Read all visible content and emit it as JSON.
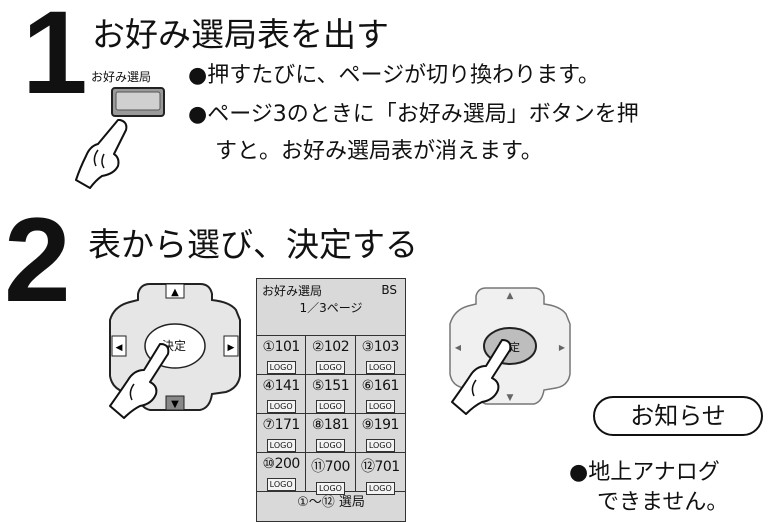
{
  "step1": {
    "number": "1",
    "title": "お好み選局表を出す",
    "button_label": "お好み選局",
    "bullets": [
      "●押すたびに、ページが切り換わります。",
      "●ページ3のときに「お好み選局」ボタンを押",
      "すと。お好み選局表が消えます。"
    ]
  },
  "step2": {
    "number": "2",
    "title": "表から選び、決定する",
    "remote_center_label": "決定"
  },
  "favorites_table": {
    "title": "お好み選局",
    "band": "BS",
    "page": "1／3ページ",
    "cells": [
      {
        "channel": "①101",
        "logo": "LOGO"
      },
      {
        "channel": "②102",
        "logo": "LOGO"
      },
      {
        "channel": "③103",
        "logo": "LOGO"
      },
      {
        "channel": "④141",
        "logo": "LOGO"
      },
      {
        "channel": "⑤151",
        "logo": "LOGO"
      },
      {
        "channel": "⑥161",
        "logo": "LOGO"
      },
      {
        "channel": "⑦171",
        "logo": "LOGO"
      },
      {
        "channel": "⑧181",
        "logo": "LOGO"
      },
      {
        "channel": "⑨191",
        "logo": "LOGO"
      },
      {
        "channel": "⑩200",
        "logo": "LOGO"
      },
      {
        "channel": "⑪700",
        "logo": "LOGO"
      },
      {
        "channel": "⑫701",
        "logo": "LOGO"
      }
    ],
    "footer": "①～⑫ 選局"
  },
  "notice": {
    "title": "お知らせ",
    "lines": [
      "●地上アナログ",
      "できません。"
    ]
  }
}
